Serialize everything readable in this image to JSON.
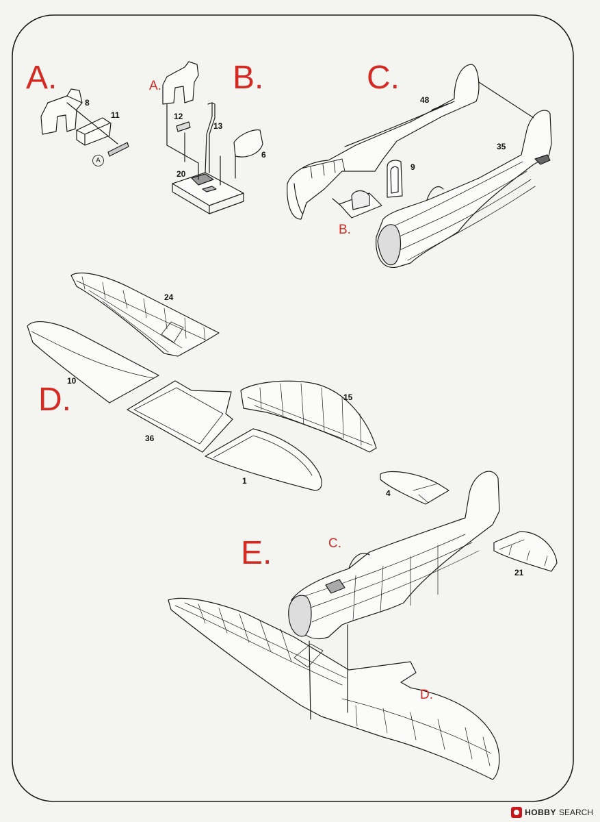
{
  "steps": {
    "a": "A.",
    "b": "B.",
    "c": "C.",
    "d": "D.",
    "e": "E."
  },
  "sub_refs": {
    "a_in_b": "A.",
    "b_in_c": "B.",
    "c_in_e": "C.",
    "d_in_e": "D."
  },
  "circled_ref": "A",
  "parts": {
    "p8": "8",
    "p11": "11",
    "p12": "12",
    "p13": "13",
    "p20": "20",
    "p6": "6",
    "p48": "48",
    "p35": "35",
    "p9": "9",
    "p24": "24",
    "p10": "10",
    "p15": "15",
    "p36": "36",
    "p1": "1",
    "p4": "4",
    "p21": "21"
  },
  "watermark": {
    "brand": "HOBBY",
    "suffix": "SEARCH"
  },
  "colors": {
    "step_label": "#d42a24",
    "line_art": "#1a1a1a"
  }
}
